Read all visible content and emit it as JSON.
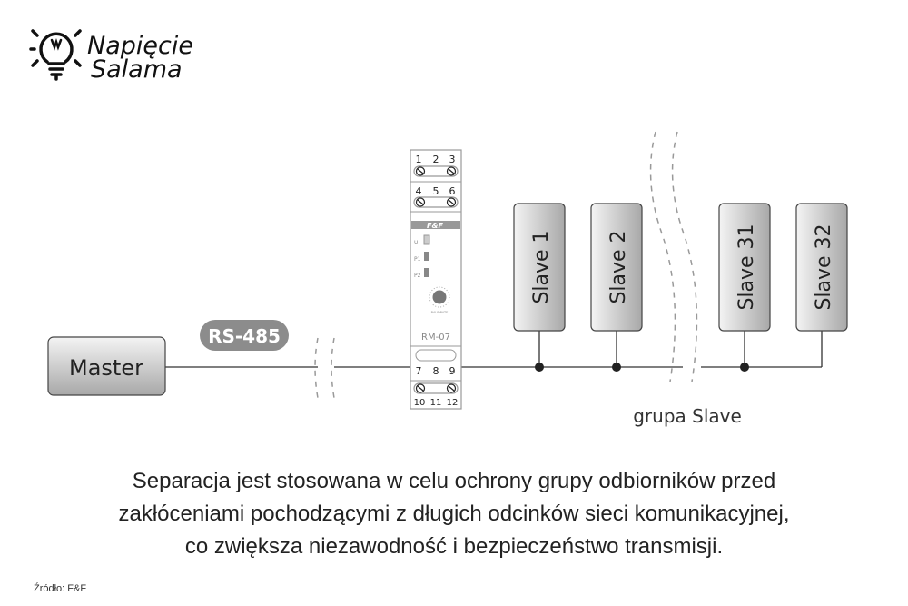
{
  "logo": {
    "line1": "Napięcie",
    "line2": "Salama"
  },
  "master": {
    "label": "Master"
  },
  "bus": {
    "label": "RS-485"
  },
  "module": {
    "terminals_top1": [
      "1",
      "2",
      "3"
    ],
    "terminals_top2": [
      "4",
      "5",
      "6"
    ],
    "brand": "F&F",
    "leds": [
      "U",
      "P1",
      "P2"
    ],
    "knob_label": "BAUDRATE",
    "model": "RM-07",
    "terminals_bottom1": [
      "7",
      "8",
      "9"
    ],
    "terminals_bottom2": [
      "10",
      "11",
      "12"
    ]
  },
  "slaves": [
    {
      "label": "Slave 1"
    },
    {
      "label": "Slave 2"
    },
    {
      "label": "Slave 31"
    },
    {
      "label": "Slave 32"
    }
  ],
  "group_label": "grupa Slave",
  "caption": [
    "Separacja jest stosowana w celu ochrony grupy odbiorników przed",
    "zakłóceniami pochodzącymi z długich odcinków sieci komunikacyjnej,",
    "co zwiększa niezawodność i bezpieczeństwo transmisji."
  ],
  "source": "Źródło: F&F",
  "colors": {
    "box_top": "#f2f2f2",
    "box_bottom": "#a9a9a9",
    "pill": "#8c8c8c",
    "line": "#333333"
  }
}
